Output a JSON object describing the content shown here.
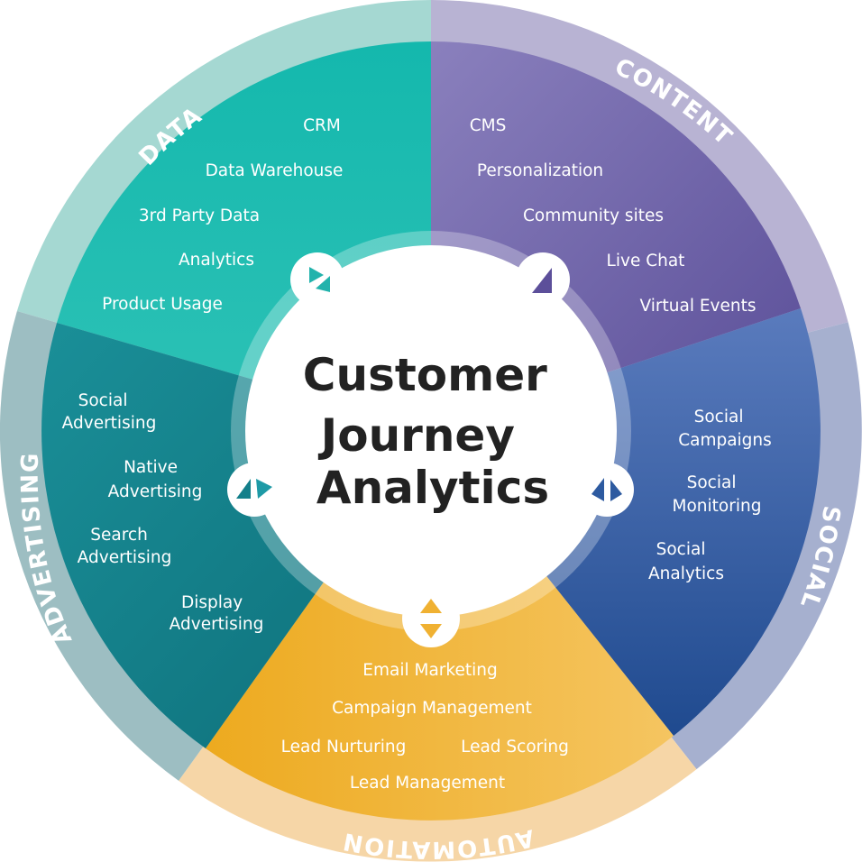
{
  "center": {
    "lines": [
      "Customer",
      "Journey",
      "Analytics"
    ]
  },
  "segments": [
    {
      "id": "data",
      "label": "DATA",
      "colors": {
        "ring": "#a6d9d4",
        "main": "#22b3ac",
        "light": "#3bc8bf"
      },
      "items": [
        {
          "lines": [
            "CRM"
          ]
        },
        {
          "lines": [
            "Data Warehouse"
          ]
        },
        {
          "lines": [
            "3rd Party Data"
          ]
        },
        {
          "lines": [
            "Analytics"
          ]
        },
        {
          "lines": [
            "Product Usage"
          ]
        }
      ]
    },
    {
      "id": "content",
      "label": "CONTENT",
      "colors": {
        "ring": "#b9b3d3",
        "main": "#6a5fa6",
        "light": "#8478b8"
      },
      "items": [
        {
          "lines": [
            "CMS"
          ]
        },
        {
          "lines": [
            "Personalization"
          ]
        },
        {
          "lines": [
            "Community sites"
          ]
        },
        {
          "lines": [
            "Live Chat"
          ]
        },
        {
          "lines": [
            "Virtual Events"
          ]
        }
      ]
    },
    {
      "id": "social",
      "label": "SOCIAL",
      "colors": {
        "ring": "#a8b2cf",
        "main": "#2d5aa0",
        "light": "#4a70b5"
      },
      "items": [
        {
          "lines": [
            "Social",
            "Campaigns"
          ]
        },
        {
          "lines": [
            "Social",
            "Monitoring"
          ]
        },
        {
          "lines": [
            "Social",
            "Analytics"
          ]
        }
      ]
    },
    {
      "id": "automation",
      "label": "AUTOMATION",
      "colors": {
        "ring": "#f6d6a6",
        "main": "#f0b132",
        "light": "#f5c35b"
      },
      "items": [
        {
          "lines": [
            "Email Marketing"
          ]
        },
        {
          "lines": [
            "Campaign Management"
          ]
        },
        {
          "lines": [
            "Lead Nurturing"
          ]
        },
        {
          "lines": [
            "Lead Scoring"
          ]
        },
        {
          "lines": [
            "Lead Management"
          ]
        }
      ]
    },
    {
      "id": "advertising",
      "label": "ADVERTISING",
      "colors": {
        "ring": "#9ebec2",
        "main": "#137f8a",
        "light": "#2a98a0"
      },
      "items": [
        {
          "lines": [
            "Social",
            "Advertising"
          ]
        },
        {
          "lines": [
            "Native",
            "Advertising"
          ]
        },
        {
          "lines": [
            "Search",
            "Advertising"
          ]
        },
        {
          "lines": [
            "Display",
            "Advertising"
          ]
        }
      ]
    }
  ]
}
